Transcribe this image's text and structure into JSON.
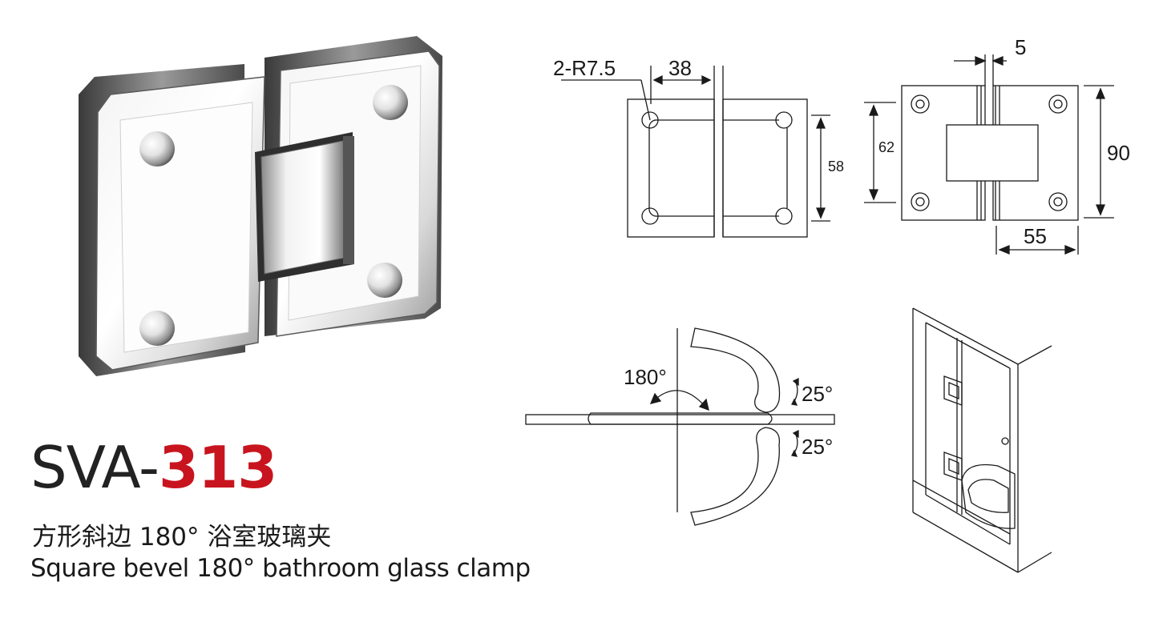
{
  "product": {
    "model_prefix": "SVA-",
    "model_number": "313",
    "title_cn": "方形斜边 180° 浴室玻璃夹",
    "title_en": "Square bevel 180° bathroom glass clamp",
    "accent_color": "#c8141e"
  },
  "drawing_top_view": {
    "radius_label": "2-R7.5",
    "width_label": "38",
    "height_label": "58"
  },
  "drawing_front_view": {
    "gap_label": "5",
    "inner_height_label": "62",
    "outer_height_label": "90",
    "width_label": "55"
  },
  "drawing_rotation": {
    "swing_label": "180°",
    "tilt_up_label": "25°",
    "tilt_down_label": "25°"
  }
}
